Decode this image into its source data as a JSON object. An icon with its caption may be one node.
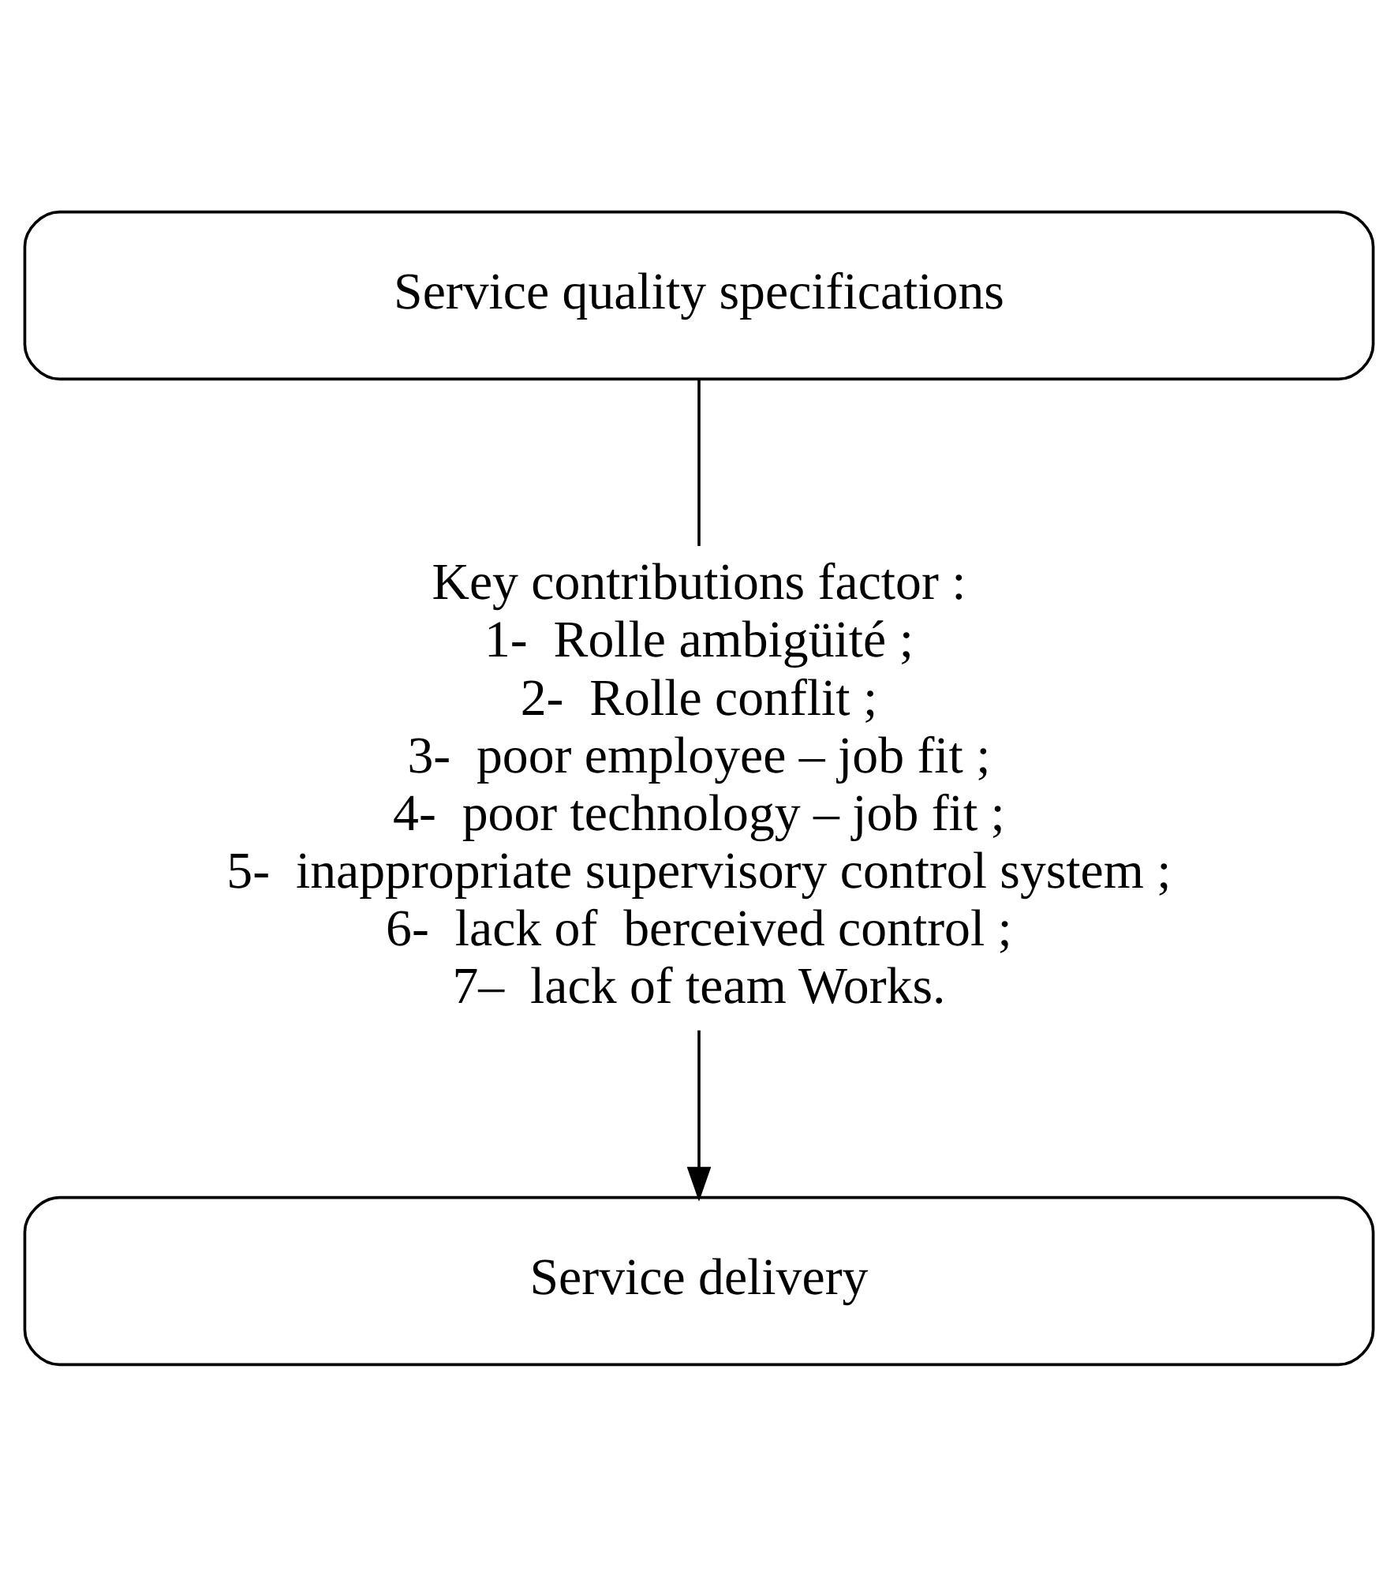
{
  "diagram": {
    "nodes": [
      {
        "text": [
          "Service quality specifications"
        ]
      },
      {
        "text": [
          "Key contributions factor :",
          "1-  Rolle ambigüité ;",
          "2-  Rolle conflit ;",
          "3-  poor employee – job fit ;",
          "4-  poor technology – job fit ;",
          "5-  inappropriate supervisory control system ;",
          "6-  lack of  berceived control ;",
          "7–  lack of team Works."
        ]
      },
      {
        "text": [
          "Service delivery"
        ]
      }
    ],
    "edges": [
      {
        "from": 0,
        "to": 1,
        "arrow": "none"
      },
      {
        "from": 1,
        "to": 2,
        "arrow": "to"
      }
    ]
  }
}
